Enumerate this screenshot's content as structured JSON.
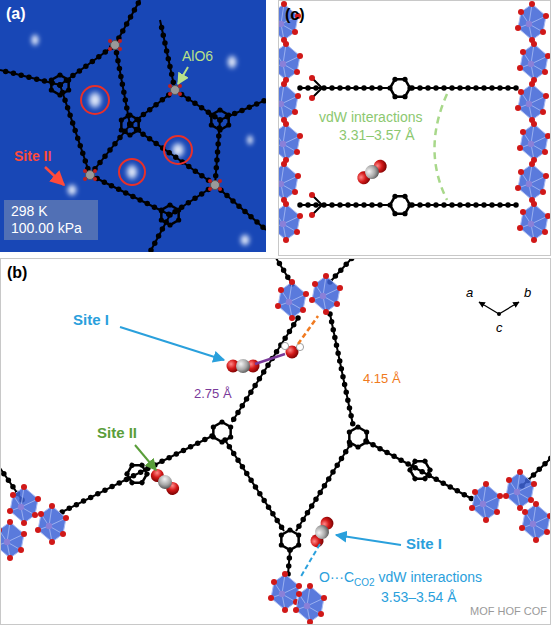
{
  "diagram": {
    "nodes": [
      {
        "text": [
          "(a)",
          "AlO6",
          "Site II"
        ]
      },
      {
        "text": [
          "298 K 100.00 kPa"
        ],
        "in": 0
      },
      {
        "text": [
          "(c)",
          "vdW interactions",
          "3.31–3.57 Å"
        ]
      },
      {
        "text": [
          "(b)",
          "Site I",
          "4.15 Å",
          "2.75 Å",
          "Site II",
          "Site I",
          "O···C",
          "CO2",
          "vdW interactions",
          "3.53–3.54 Å"
        ]
      }
    ],
    "labels": [
      "a",
      "b",
      "c",
      "MOF HOF COF"
    ]
  }
}
